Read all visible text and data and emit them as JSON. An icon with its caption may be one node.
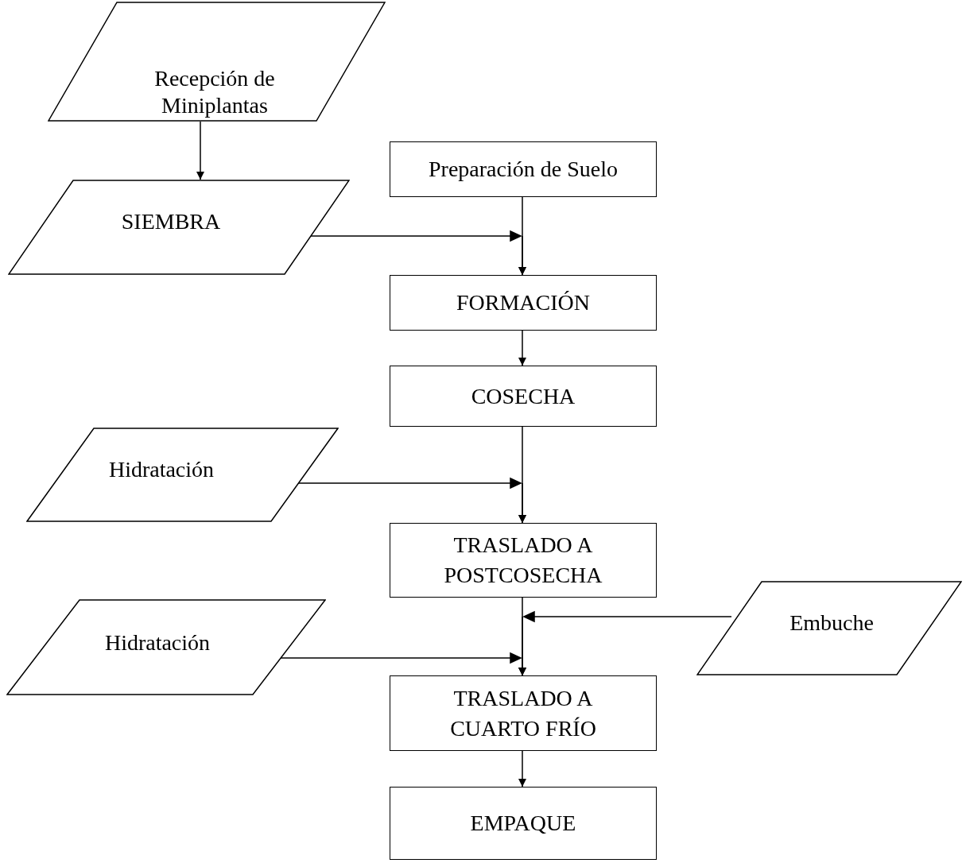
{
  "diagram": {
    "nodes": [
      {
        "text": [
          "Recepción de Miniplantas"
        ]
      },
      {
        "text": [
          "Preparación de Suelo"
        ]
      },
      {
        "text": [
          "SIEMBRA"
        ]
      },
      {
        "text": [
          "FORMACIÓN"
        ]
      },
      {
        "text": [
          "COSECHA"
        ]
      },
      {
        "text": [
          "Hidratación"
        ]
      },
      {
        "text": [
          "TRASLADO A POSTCOSECHA"
        ]
      },
      {
        "text": [
          "Embuche"
        ]
      },
      {
        "text": [
          "Hidratación"
        ]
      },
      {
        "text": [
          "TRASLADO A CUARTO FRÍO"
        ]
      },
      {
        "text": [
          "EMPAQUE"
        ]
      }
    ],
    "edges": [
      {
        "from": 0,
        "to": 2,
        "arrow": "to"
      },
      {
        "from": 1,
        "to": 3,
        "arrow": "to"
      },
      {
        "from": 2,
        "to": 3,
        "arrow": "to"
      },
      {
        "from": 3,
        "to": 4,
        "arrow": "to"
      },
      {
        "from": 4,
        "to": 6,
        "arrow": "to"
      },
      {
        "from": 5,
        "to": 6,
        "arrow": "to"
      },
      {
        "from": 6,
        "to": 9,
        "arrow": "to"
      },
      {
        "from": 7,
        "to": 9,
        "arrow": "to"
      },
      {
        "from": 8,
        "to": 9,
        "arrow": "to"
      },
      {
        "from": 9,
        "to": 10,
        "arrow": "to"
      }
    ]
  }
}
